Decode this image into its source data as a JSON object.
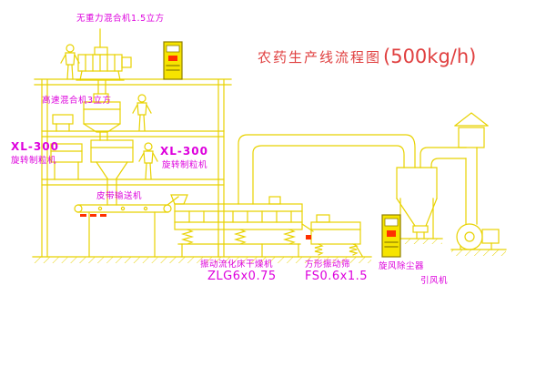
{
  "title": {
    "name": "农药生产线流程图",
    "capacity": "(500kg/h)"
  },
  "equipment_labels": {
    "top_mixer": "无重力混合机1.5立方",
    "high_speed_mixer": "高速混合机3立方",
    "granulator_left": {
      "model": "XL-300",
      "name": "旋转制粒机"
    },
    "granulator_center": {
      "model": "XL-300",
      "name": "旋转制粒机"
    },
    "belt_conveyor": "皮带输送机",
    "dryer": {
      "name": "振动流化床干燥机",
      "model": "ZLG6x0.75"
    },
    "screen": {
      "name": "方形振动筛",
      "model": "FS0.6x1.5"
    },
    "cyclone": "旋风除尘器",
    "induced_draft_fan": "引风机"
  },
  "colors": {
    "background": "#ffffff",
    "drawing_line": "#e8d200",
    "label_text": "#dd00dd",
    "title_text": "#e04040",
    "accent_red": "#ff3000",
    "panel_fill": "#f6e400",
    "panel_border": "#8f7f00"
  }
}
